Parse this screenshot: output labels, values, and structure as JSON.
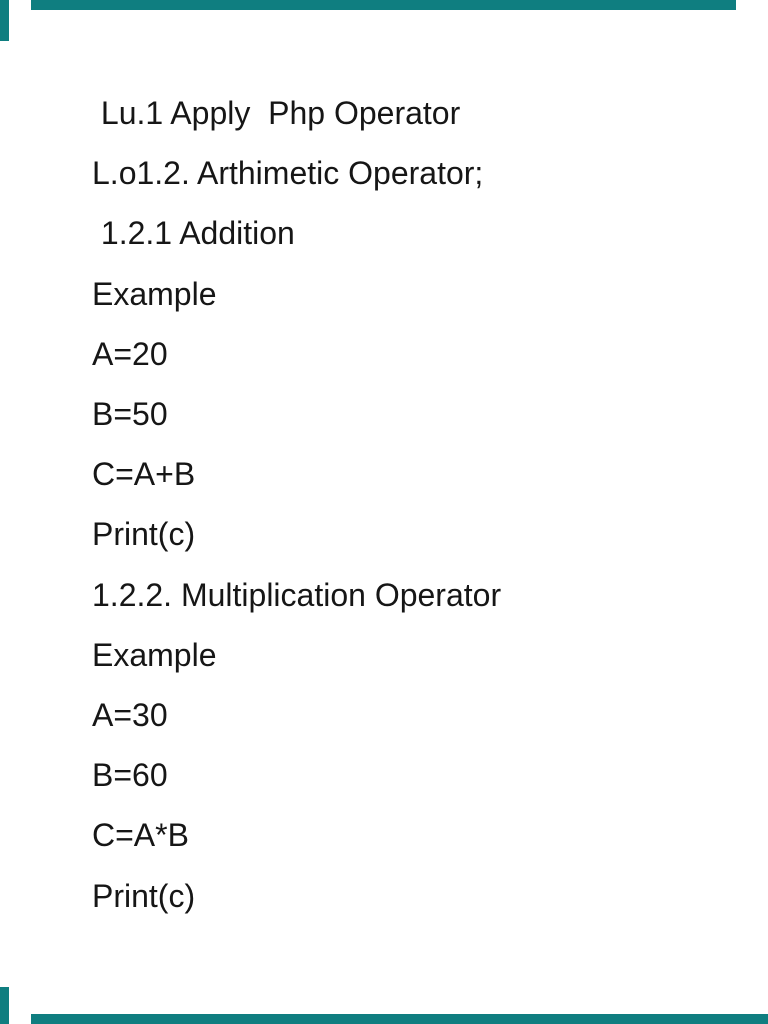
{
  "page": {
    "background": "#ffffff",
    "text_color": "#161616",
    "edge_accent_color": "#0f7e80",
    "lines": [
      " Lu.1 Apply  Php Operator",
      "L.o1.2. Arthimetic Operator;",
      " 1.2.1 Addition",
      "Example",
      "A=20",
      "B=50",
      "C=A+B",
      "Print(c)",
      "1.2.2. Multiplication Operator",
      "Example",
      "A=30",
      "B=60",
      "C=A*B",
      "Print(c)"
    ]
  }
}
